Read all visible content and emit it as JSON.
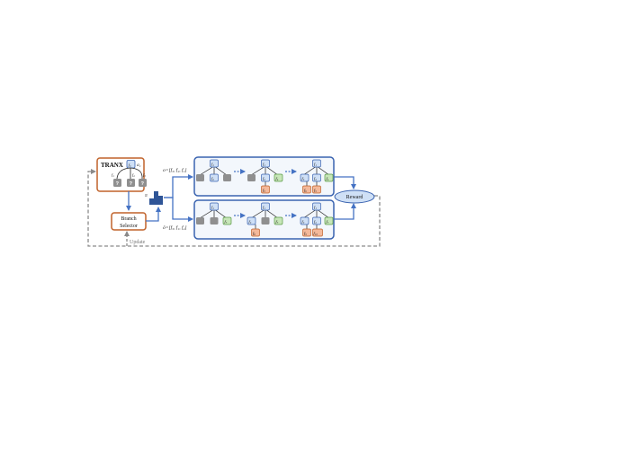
{
  "tranx": {
    "title": "TRANX",
    "root_node": "f₃",
    "action": "a₁",
    "field_labels": [
      "f₁",
      "f₂",
      "f₃"
    ],
    "unknown_mark": "?"
  },
  "branch_selector": {
    "line1": "Branch",
    "line2": "Selector"
  },
  "update_label": "Update",
  "pi_label": "π",
  "sequences": {
    "top": "o=[f₃, f₂, f₁]",
    "bottom": "õ=[f₃, f₁, f₂]"
  },
  "reward_label": "Reward",
  "node_labels": {
    "f1": "f₁",
    "f2": "f₂",
    "f3": "f₃",
    "f4": "f₄",
    "f5": "f₅",
    "f6": "f₆",
    "f7": "f₇",
    "f8": "f₈",
    "f9": "f₉",
    "f10": "f₁₀"
  },
  "colors": {
    "tranx_border": "#c0622a",
    "panel_border": "#3a63b0",
    "panel_fill": "#f3f7fc",
    "arrow": "#4472c4",
    "blue_node": "#cfe0f6",
    "green_node": "#c7e6b8",
    "orange_node": "#f4b99a",
    "gray_node": "#8f8f8f",
    "update_dash": "#8a8a8a"
  }
}
